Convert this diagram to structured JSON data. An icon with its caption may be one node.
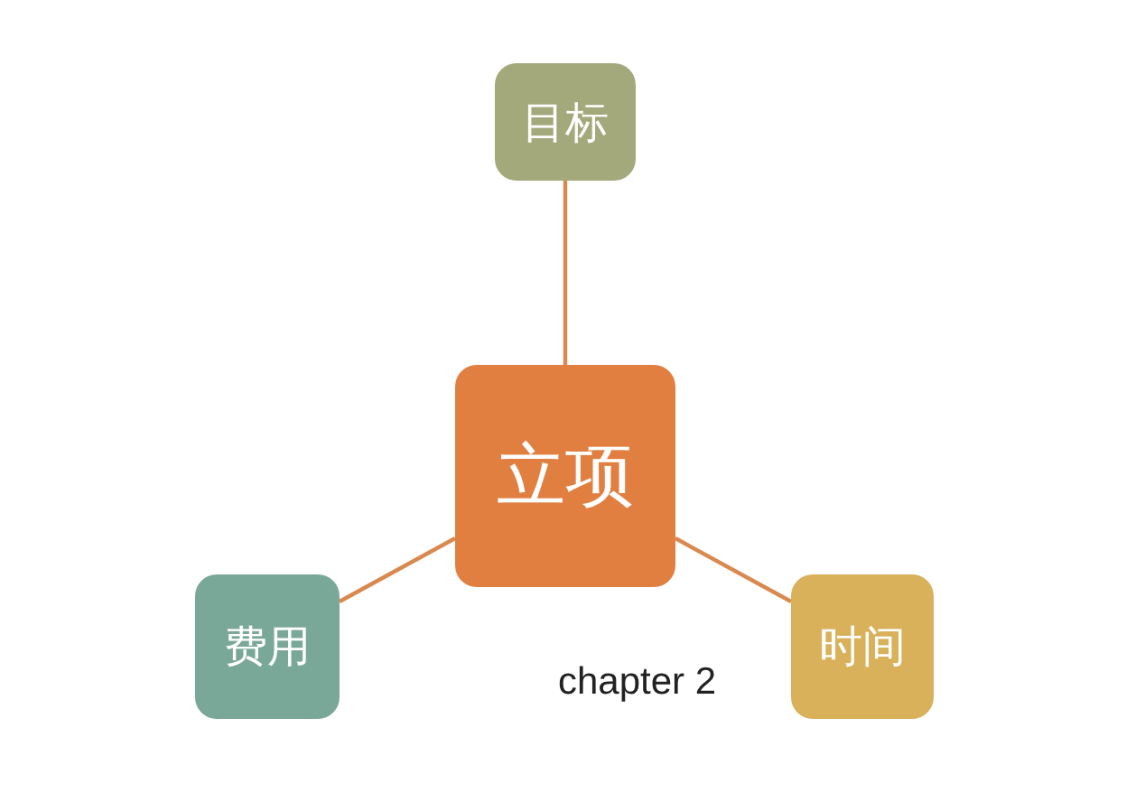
{
  "diagram": {
    "nodes": [
      {
        "text": [
          "立项"
        ]
      },
      {
        "text": [
          "目标"
        ]
      },
      {
        "text": [
          "费用"
        ]
      },
      {
        "text": [
          "时间"
        ]
      }
    ],
    "edges": [
      {
        "from": 1,
        "to": 0,
        "arrow": "none"
      },
      {
        "from": 0,
        "to": 2,
        "arrow": "none"
      },
      {
        "from": 0,
        "to": 3,
        "arrow": "none"
      }
    ],
    "labels": [
      "chapter 2"
    ]
  }
}
